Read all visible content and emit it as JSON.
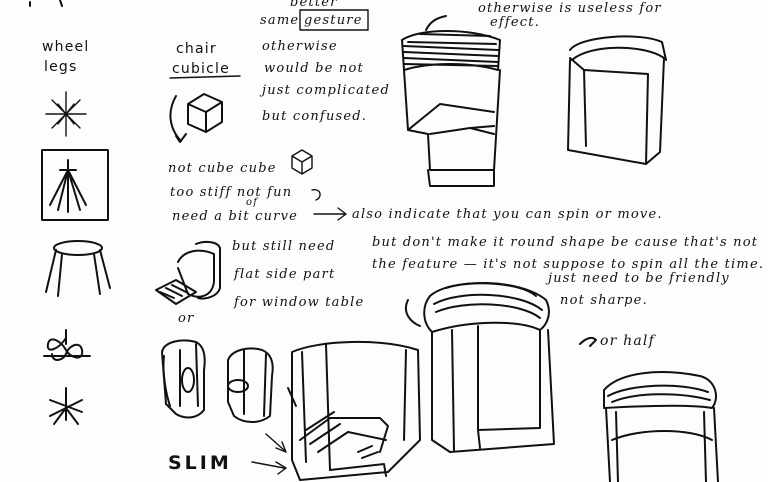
{
  "notes": {
    "top_better": "better",
    "same": "same",
    "gesture": "gesture",
    "otherwise": "otherwise",
    "would_be_not": "would be not",
    "just_complicated": "just complicated",
    "but_confused": "but confused.",
    "otherwise_top": "otherwise is useless for",
    "effect": "effect.",
    "wheel": "wheel",
    "legs": "legs",
    "chair": "chair",
    "cubicle": "cubicle",
    "not_cube": "not cube cube",
    "too_stiff": "too stiff not fun",
    "need_curve": "need a bit curve",
    "of": "of",
    "also_indicate": "also indicate that you can spin or move.",
    "but_dont": "but don't make it round shape be cause that's not",
    "the_feature": "the feature — it's not suppose to spin all the time.",
    "just_need": "just need to be friendly",
    "not_sharpe": "not sharpe.",
    "but_still": "but still need",
    "flat_side": "flat side part",
    "window_table": "for window table",
    "or": "or",
    "or_half": "or half",
    "slim": "SLIM"
  }
}
